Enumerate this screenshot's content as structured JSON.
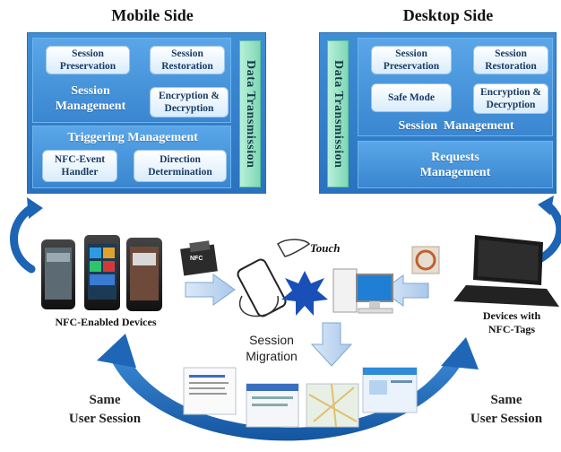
{
  "mobile": {
    "heading": "Mobile Side",
    "session_preservation": "Session\nPreservation",
    "session_restoration": "Session\nRestoration",
    "session_management": "Session\nManagement",
    "encryption": "Encryption &\nDecryption",
    "triggering_management": "Triggering Management",
    "nfc_event_handler": "NFC-Event\nHandler",
    "direction_determination": "Direction\nDetermination",
    "data_transmission": "Data Transmission"
  },
  "desktop": {
    "heading": "Desktop Side",
    "data_transmission": "Data Transmission",
    "session_preservation": "Session\nPreservation",
    "session_restoration": "Session\nRestoration",
    "safe_mode": "Safe Mode",
    "encryption": "Encryption &\nDecryption",
    "session_management": "Session  Management",
    "requests_management": "Requests\nManagement"
  },
  "labels": {
    "touch": "Touch",
    "nfc_chip": "NFC",
    "nfc_enabled_devices": "NFC-Enabled Devices",
    "devices_with_tags": "Devices with\nNFC-Tags",
    "session_migration": "Session\nMigration",
    "same_user_session_left": "Same\nUser Session",
    "same_user_session_right": "Same\nUser Session"
  },
  "colors": {
    "panel_blue": "#2a72bf",
    "module_blue": "#3a86d0",
    "data_transmission_green": "#7ed8b5",
    "arrow_blue": "#1d64b4"
  }
}
